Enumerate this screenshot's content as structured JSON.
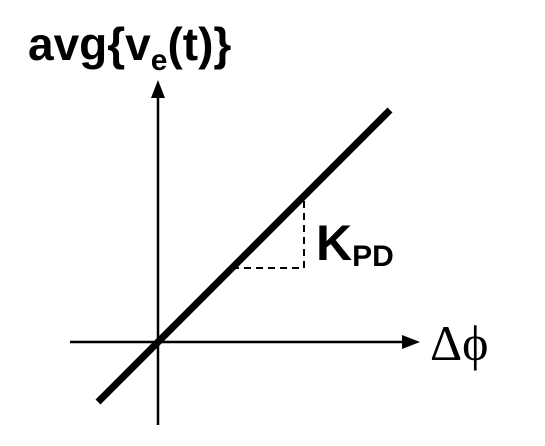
{
  "diagram": {
    "y_axis_label": {
      "prefix": "avg{v",
      "subscript": "e",
      "suffix": "(t)}"
    },
    "x_axis_label": "Δϕ",
    "gain_label": {
      "main": "K",
      "subscript": "PD"
    },
    "stroke_color": "#000000",
    "background": "#ffffff"
  }
}
